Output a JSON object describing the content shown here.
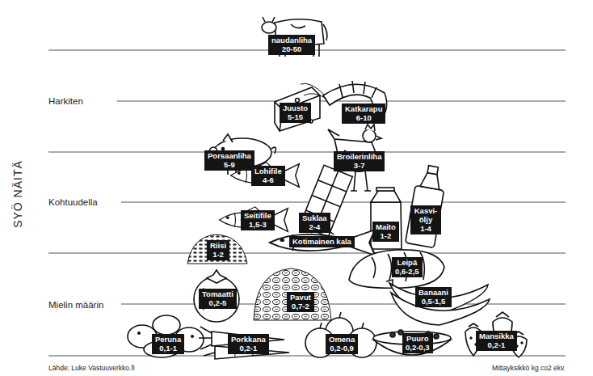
{
  "diagram": {
    "nodes": [
      {
        "text": [
          "naudanliha",
          "20-50"
        ]
      },
      {
        "text": [
          "Juusto",
          "5-15"
        ]
      },
      {
        "text": [
          "Katkarapu",
          "6-10"
        ]
      },
      {
        "text": [
          "Porsaanliha",
          "5-9"
        ]
      },
      {
        "text": [
          "Broilerinliha",
          "3-7"
        ]
      },
      {
        "text": [
          "Lohifile",
          "4-6"
        ]
      },
      {
        "text": [
          "Seitifile",
          "1,5-3"
        ]
      },
      {
        "text": [
          "Suklaa",
          "2-4"
        ]
      },
      {
        "text": [
          "Maito",
          "1-2"
        ]
      },
      {
        "text": [
          "Kasvi- öljy",
          "1-4"
        ]
      },
      {
        "text": [
          "Riisi",
          "1-2"
        ]
      },
      {
        "text": [
          "Kotimainen kala"
        ]
      },
      {
        "text": [
          "Leipä",
          "0,6-2,5"
        ]
      },
      {
        "text": [
          "Tomaatti",
          "0,2-5"
        ]
      },
      {
        "text": [
          "Pavut",
          "0,7-2"
        ]
      },
      {
        "text": [
          "Banaani",
          "0,5-1,5"
        ]
      },
      {
        "text": [
          "Peruna",
          "0,1-1"
        ]
      },
      {
        "text": [
          "Porkkana",
          "0,2-1"
        ]
      },
      {
        "text": [
          "Omena",
          "0,2-0,9"
        ]
      },
      {
        "text": [
          "Puuro",
          "0,2-0,3"
        ]
      },
      {
        "text": [
          "Mansikka",
          "0,2-1"
        ]
      }
    ],
    "labels": [
      "SYÖ NÄITÄ",
      "Harkiten",
      "Kohtuudella",
      "Mielin määrin",
      "Lähde: Luke Vastuuverkko.fi",
      "Mittayksikkö kg co2 ekv."
    ]
  }
}
